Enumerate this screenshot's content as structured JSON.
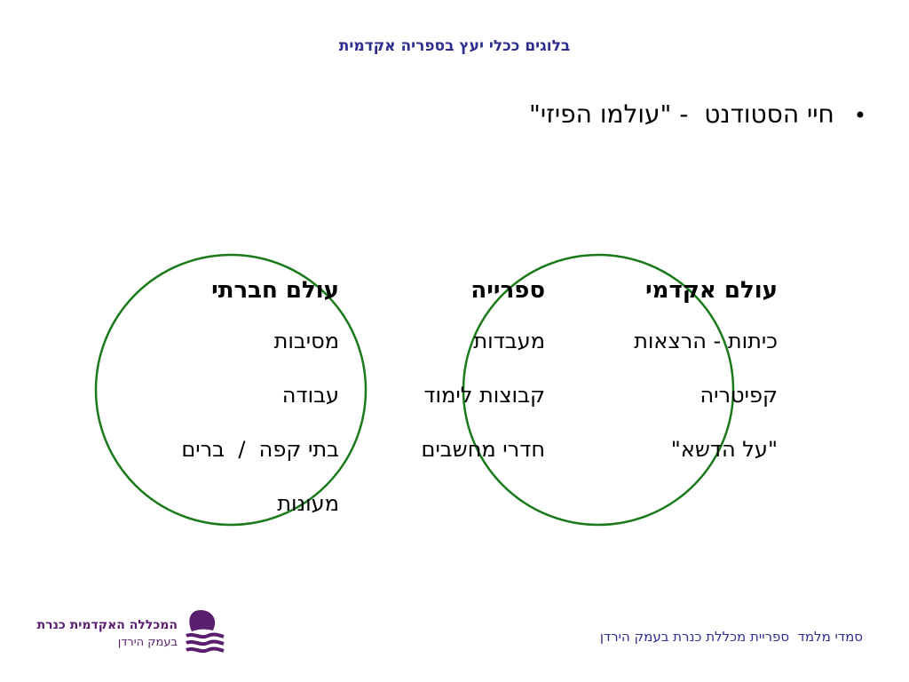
{
  "header": {
    "title": "בלוגים ככלי יעץ בספריה אקדמית"
  },
  "bullet": {
    "marker": "•",
    "text": "חיי הסטודנט  - \"עולמו הפיזי\""
  },
  "venn": {
    "circle_color": "#1a7a1a",
    "academic": {
      "heading": "עולם אקדמי",
      "items": [
        "כיתות - הרצאות",
        "קפיטריה",
        "\"על הדשא\""
      ]
    },
    "library": {
      "heading": "ספרייה",
      "items": [
        "מעבדות",
        "קבוצות לימוד",
        "חדרי מחשבים"
      ]
    },
    "social": {
      "heading": "עולם חברתי",
      "items": [
        "מסיבות",
        "עבודה",
        "בתי קפה  /  ברים",
        "מעונות"
      ]
    }
  },
  "footer": {
    "text": "סמדי מלמד  ספריית מכללת כנרת בעמק הירדן"
  },
  "logo": {
    "name": "המכללה האקדמית כנרת",
    "subtitle": "בעמק הירדן",
    "brand_color": "#5a1e6e"
  }
}
